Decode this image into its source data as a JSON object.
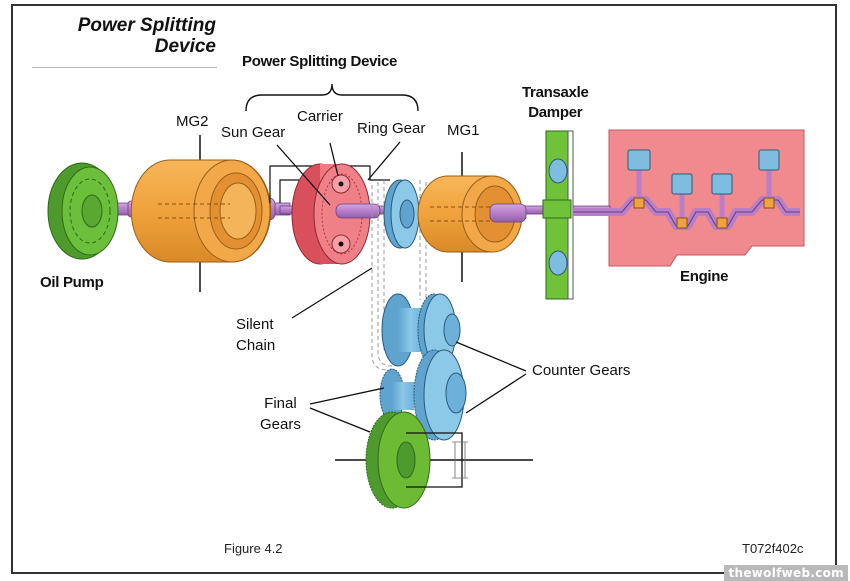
{
  "header": {
    "title_line1": "Power Splitting",
    "title_line2": "Device"
  },
  "labels": {
    "power_splitting_device": "Power Splitting Device",
    "mg2": "MG2",
    "sun_gear": "Sun Gear",
    "carrier": "Carrier",
    "ring_gear": "Ring Gear",
    "mg1": "MG1",
    "transaxle_damper_line1": "Transaxle",
    "transaxle_damper_line2": "Damper",
    "oil_pump": "Oil Pump",
    "engine": "Engine",
    "silent_chain_line1": "Silent",
    "silent_chain_line2": "Chain",
    "counter_gears": "Counter Gears",
    "final_gears_line1": "Final",
    "final_gears_line2": "Gears"
  },
  "footer": {
    "figure_label": "Figure 4.2",
    "figure_code": "T072f402c"
  },
  "watermark": "thewolfweb.com",
  "colors": {
    "oil_pump": "#5aa832",
    "motor_generator": "#f0a23c",
    "planetary": "#e8606a",
    "shaft": "#b77ec9",
    "gear_blue": "#7fbde0",
    "damper": "#6fc23a",
    "engine_block": "#f08a8e",
    "final_gear": "#6dbb35"
  }
}
